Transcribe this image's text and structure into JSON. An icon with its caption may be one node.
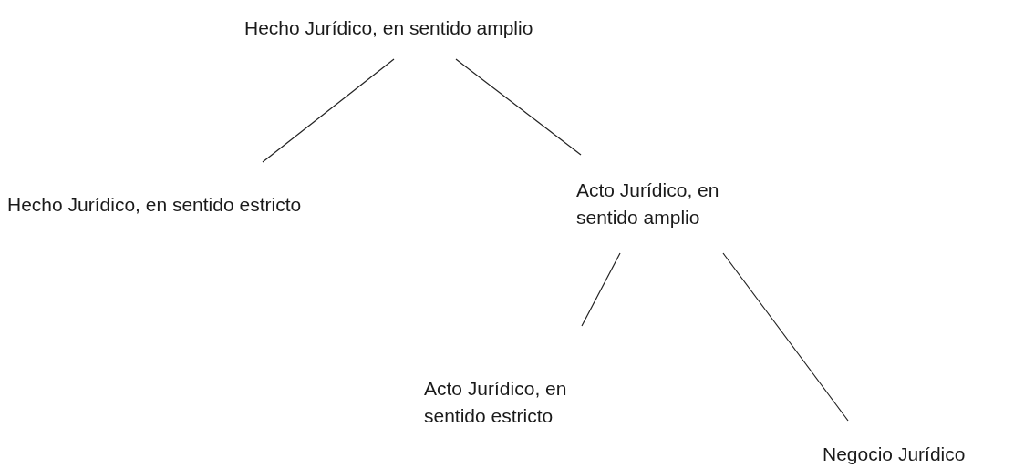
{
  "diagram": {
    "nodes": [
      {
        "text": [
          "Hecho Jurídico, en sentido amplio"
        ]
      },
      {
        "text": [
          "Hecho Jurídico, en sentido estricto"
        ]
      },
      {
        "text": [
          "Acto Jurídico, en sentido amplio"
        ]
      },
      {
        "text": [
          "Acto Jurídico, en sentido estricto"
        ]
      },
      {
        "text": [
          "Negocio Jurídico"
        ]
      }
    ],
    "edges": [
      {
        "from": 0,
        "to": 1,
        "arrow": "none"
      },
      {
        "from": 0,
        "to": 2,
        "arrow": "none"
      },
      {
        "from": 2,
        "to": 3,
        "arrow": "none"
      },
      {
        "from": 2,
        "to": 4,
        "arrow": "none"
      }
    ]
  }
}
